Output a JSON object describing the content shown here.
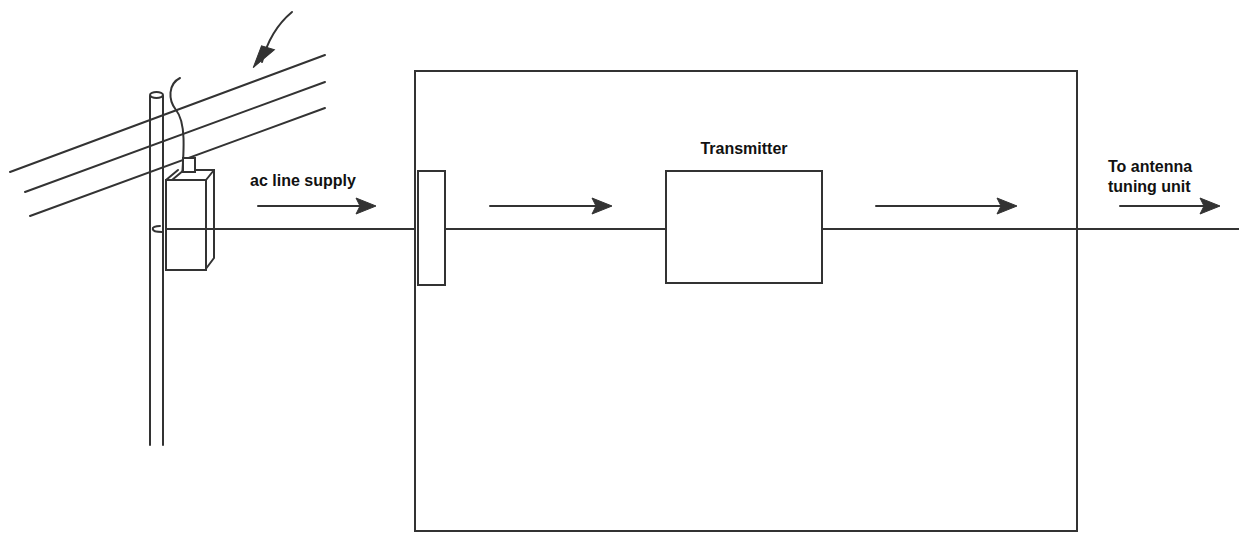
{
  "diagram": {
    "nodes": [
      {
        "text": [
          "Transmitter"
        ]
      }
    ],
    "labels": [
      "ac line supply",
      "To antenna tuning unit"
    ]
  }
}
